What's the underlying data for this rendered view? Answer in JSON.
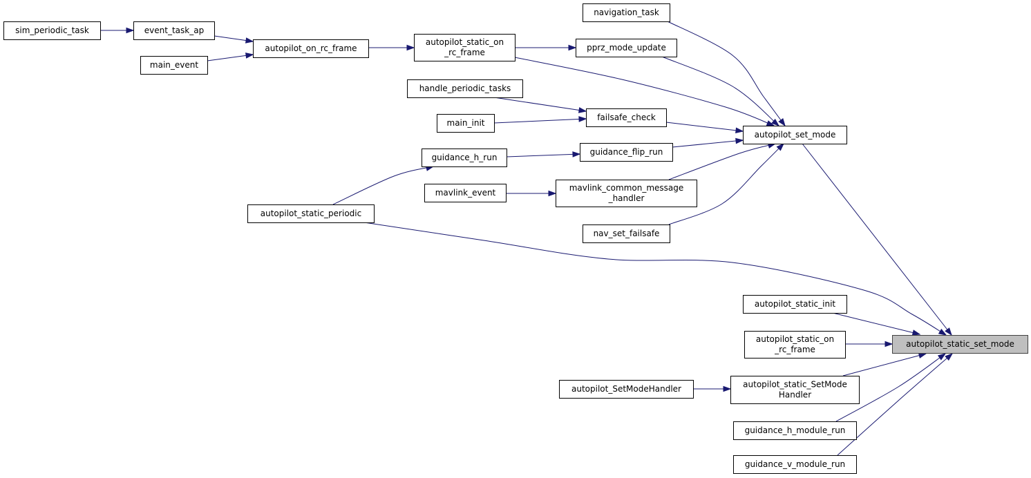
{
  "graph": {
    "type": "call-graph",
    "edge_color": "#191970",
    "node_border_color": "#000000",
    "highlight_fill": "#bfbfbf",
    "nodes": [
      {
        "id": "autopilot_static_set_mode",
        "lines": [
          "autopilot_static_set_mode"
        ],
        "highlight": true
      },
      {
        "id": "autopilot_set_mode",
        "lines": [
          "autopilot_set_mode"
        ]
      },
      {
        "id": "autopilot_static_init",
        "lines": [
          "autopilot_static_init"
        ]
      },
      {
        "id": "autopilot_static_on_rc_frame_b",
        "lines": [
          "autopilot_static_on",
          "_rc_frame"
        ]
      },
      {
        "id": "autopilot_static_SetModeHandler",
        "lines": [
          "autopilot_static_SetMode",
          "Handler"
        ]
      },
      {
        "id": "guidance_h_module_run",
        "lines": [
          "guidance_h_module_run"
        ]
      },
      {
        "id": "guidance_v_module_run",
        "lines": [
          "guidance_v_module_run"
        ]
      },
      {
        "id": "autopilot_static_periodic",
        "lines": [
          "autopilot_static_periodic"
        ]
      },
      {
        "id": "autopilot_SetModeHandler",
        "lines": [
          "autopilot_SetModeHandler"
        ]
      },
      {
        "id": "navigation_task",
        "lines": [
          "navigation_task"
        ]
      },
      {
        "id": "pprz_mode_update",
        "lines": [
          "pprz_mode_update"
        ]
      },
      {
        "id": "autopilot_static_on_rc_frame_t",
        "lines": [
          "autopilot_static_on",
          "_rc_frame"
        ]
      },
      {
        "id": "failsafe_check",
        "lines": [
          "failsafe_check"
        ]
      },
      {
        "id": "guidance_flip_run",
        "lines": [
          "guidance_flip_run"
        ]
      },
      {
        "id": "mavlink_common_message_handler",
        "lines": [
          "mavlink_common_message",
          "_handler"
        ]
      },
      {
        "id": "nav_set_failsafe",
        "lines": [
          "nav_set_failsafe"
        ]
      },
      {
        "id": "autopilot_on_rc_frame",
        "lines": [
          "autopilot_on_rc_frame"
        ]
      },
      {
        "id": "event_task_ap",
        "lines": [
          "event_task_ap"
        ]
      },
      {
        "id": "main_event",
        "lines": [
          "main_event"
        ]
      },
      {
        "id": "sim_periodic_task",
        "lines": [
          "sim_periodic_task"
        ]
      },
      {
        "id": "handle_periodic_tasks",
        "lines": [
          "handle_periodic_tasks"
        ]
      },
      {
        "id": "main_init",
        "lines": [
          "main_init"
        ]
      },
      {
        "id": "guidance_h_run",
        "lines": [
          "guidance_h_run"
        ]
      },
      {
        "id": "mavlink_event",
        "lines": [
          "mavlink_event"
        ]
      }
    ],
    "edges": [
      {
        "from": "autopilot_set_mode",
        "to": "autopilot_static_set_mode"
      },
      {
        "from": "autopilot_static_periodic",
        "to": "autopilot_static_set_mode"
      },
      {
        "from": "autopilot_static_init",
        "to": "autopilot_static_set_mode"
      },
      {
        "from": "autopilot_static_on_rc_frame_b",
        "to": "autopilot_static_set_mode"
      },
      {
        "from": "autopilot_static_SetModeHandler",
        "to": "autopilot_static_set_mode"
      },
      {
        "from": "guidance_h_module_run",
        "to": "autopilot_static_set_mode"
      },
      {
        "from": "guidance_v_module_run",
        "to": "autopilot_static_set_mode"
      },
      {
        "from": "autopilot_SetModeHandler",
        "to": "autopilot_static_SetModeHandler"
      },
      {
        "from": "navigation_task",
        "to": "autopilot_set_mode"
      },
      {
        "from": "pprz_mode_update",
        "to": "autopilot_set_mode"
      },
      {
        "from": "autopilot_static_on_rc_frame_t",
        "to": "autopilot_set_mode"
      },
      {
        "from": "failsafe_check",
        "to": "autopilot_set_mode"
      },
      {
        "from": "guidance_flip_run",
        "to": "autopilot_set_mode"
      },
      {
        "from": "mavlink_common_message_handler",
        "to": "autopilot_set_mode"
      },
      {
        "from": "nav_set_failsafe",
        "to": "autopilot_set_mode"
      },
      {
        "from": "autopilot_static_on_rc_frame_t",
        "to": "pprz_mode_update"
      },
      {
        "from": "autopilot_on_rc_frame",
        "to": "autopilot_static_on_rc_frame_t"
      },
      {
        "from": "event_task_ap",
        "to": "autopilot_on_rc_frame"
      },
      {
        "from": "main_event",
        "to": "autopilot_on_rc_frame"
      },
      {
        "from": "sim_periodic_task",
        "to": "event_task_ap"
      },
      {
        "from": "handle_periodic_tasks",
        "to": "failsafe_check"
      },
      {
        "from": "main_init",
        "to": "failsafe_check"
      },
      {
        "from": "guidance_h_run",
        "to": "guidance_flip_run"
      },
      {
        "from": "autopilot_static_periodic",
        "to": "guidance_h_run"
      },
      {
        "from": "mavlink_event",
        "to": "mavlink_common_message_handler"
      }
    ]
  }
}
